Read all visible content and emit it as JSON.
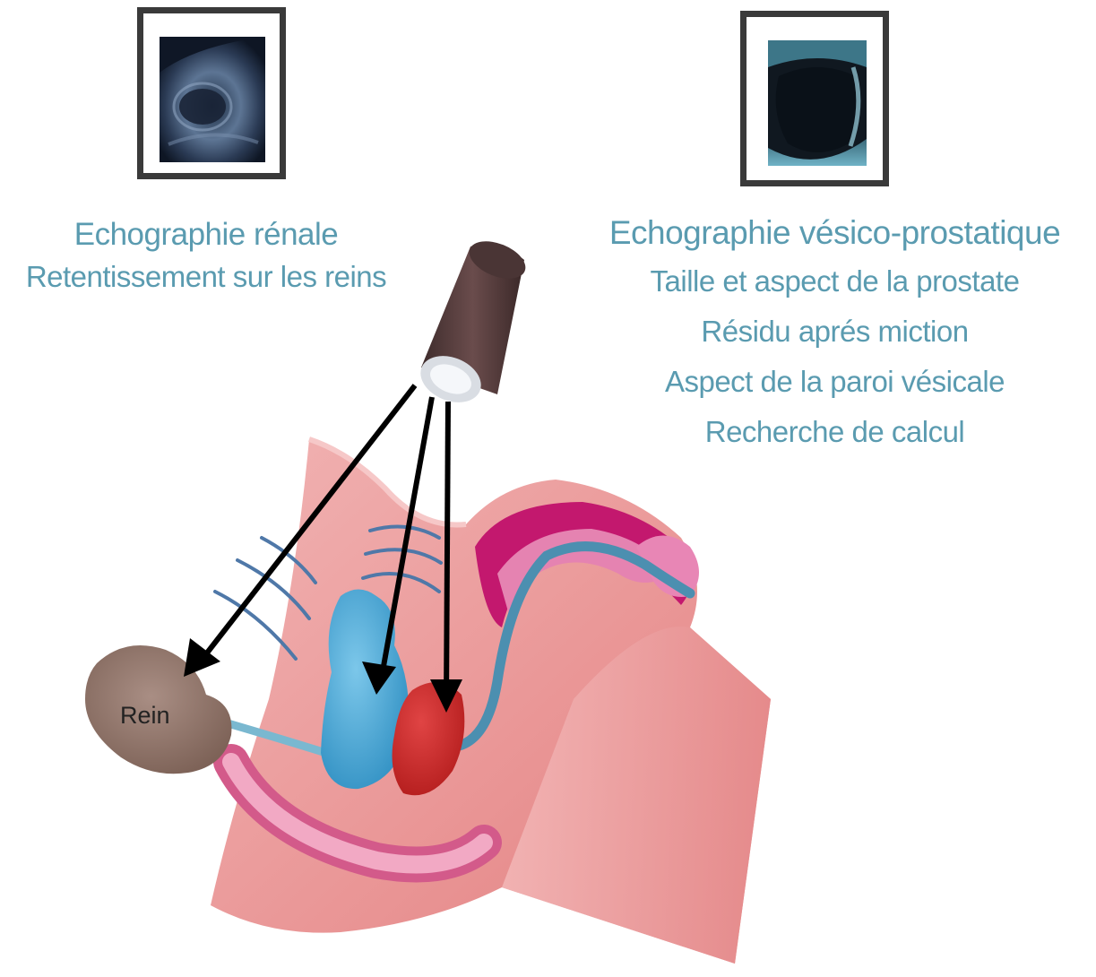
{
  "left_panel": {
    "title": "Echographie rénale",
    "subtitle": "Retentissement sur les reins"
  },
  "right_panel": {
    "title": "Echographie vésico-prostatique",
    "items": [
      "Taille et aspect de la prostate",
      "Résidu aprés miction",
      "Aspect de la paroi vésicale",
      "Recherche de calcul"
    ]
  },
  "labels": {
    "kidney": "Rein"
  },
  "colors": {
    "text_accent": "#5a9bb0",
    "bladder": "#3fa3d4",
    "prostate": "#cc2a2a",
    "kidney": "#8a6f63",
    "tissue": "#eca0a0",
    "probe": "#5a4040"
  }
}
